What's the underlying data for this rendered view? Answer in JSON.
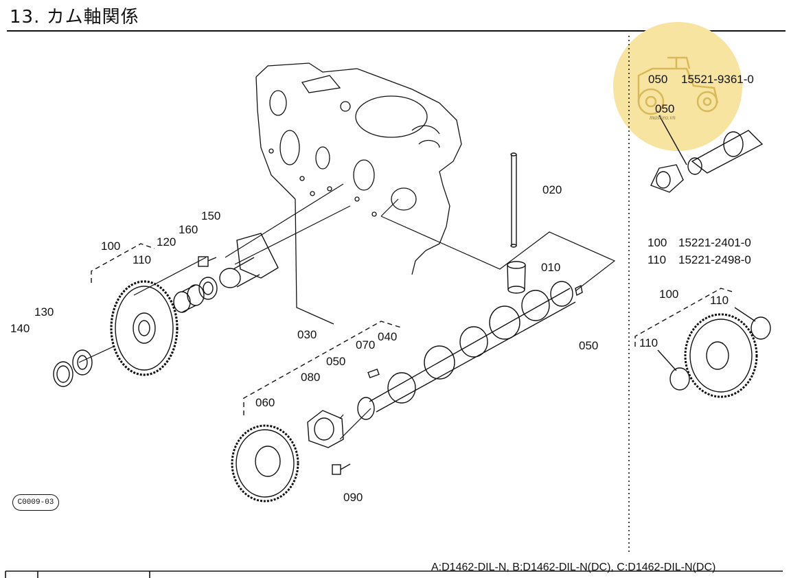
{
  "title": "13. カム軸関係",
  "diagram_code": "C0009-03",
  "models": "A:D1462-DIL-N,  B:D1462-DIL-N(DC),  C:D1462-DIL-N(DC)",
  "watermark": {
    "text": "maskeo.vn",
    "color": "#f7e4a0"
  },
  "callouts": {
    "c010": "010",
    "c020": "020",
    "c030": "030",
    "c040": "040",
    "c050a": "050",
    "c050b": "050",
    "c060": "060",
    "c070": "070",
    "c080": "080",
    "c090": "090",
    "c100": "100",
    "c110": "110",
    "c120": "120",
    "c130": "130",
    "c140": "140",
    "c150": "150",
    "c160": "160",
    "r050": "050",
    "r100": "100",
    "r110a": "110",
    "r110b": "110"
  },
  "parts_notes": {
    "p050_ref": "050",
    "p050_num": "15521-9361-0",
    "p100_ref": "100",
    "p100_num": "15221-2401-0",
    "p110_ref": "110",
    "p110_num": "15221-2498-0"
  }
}
